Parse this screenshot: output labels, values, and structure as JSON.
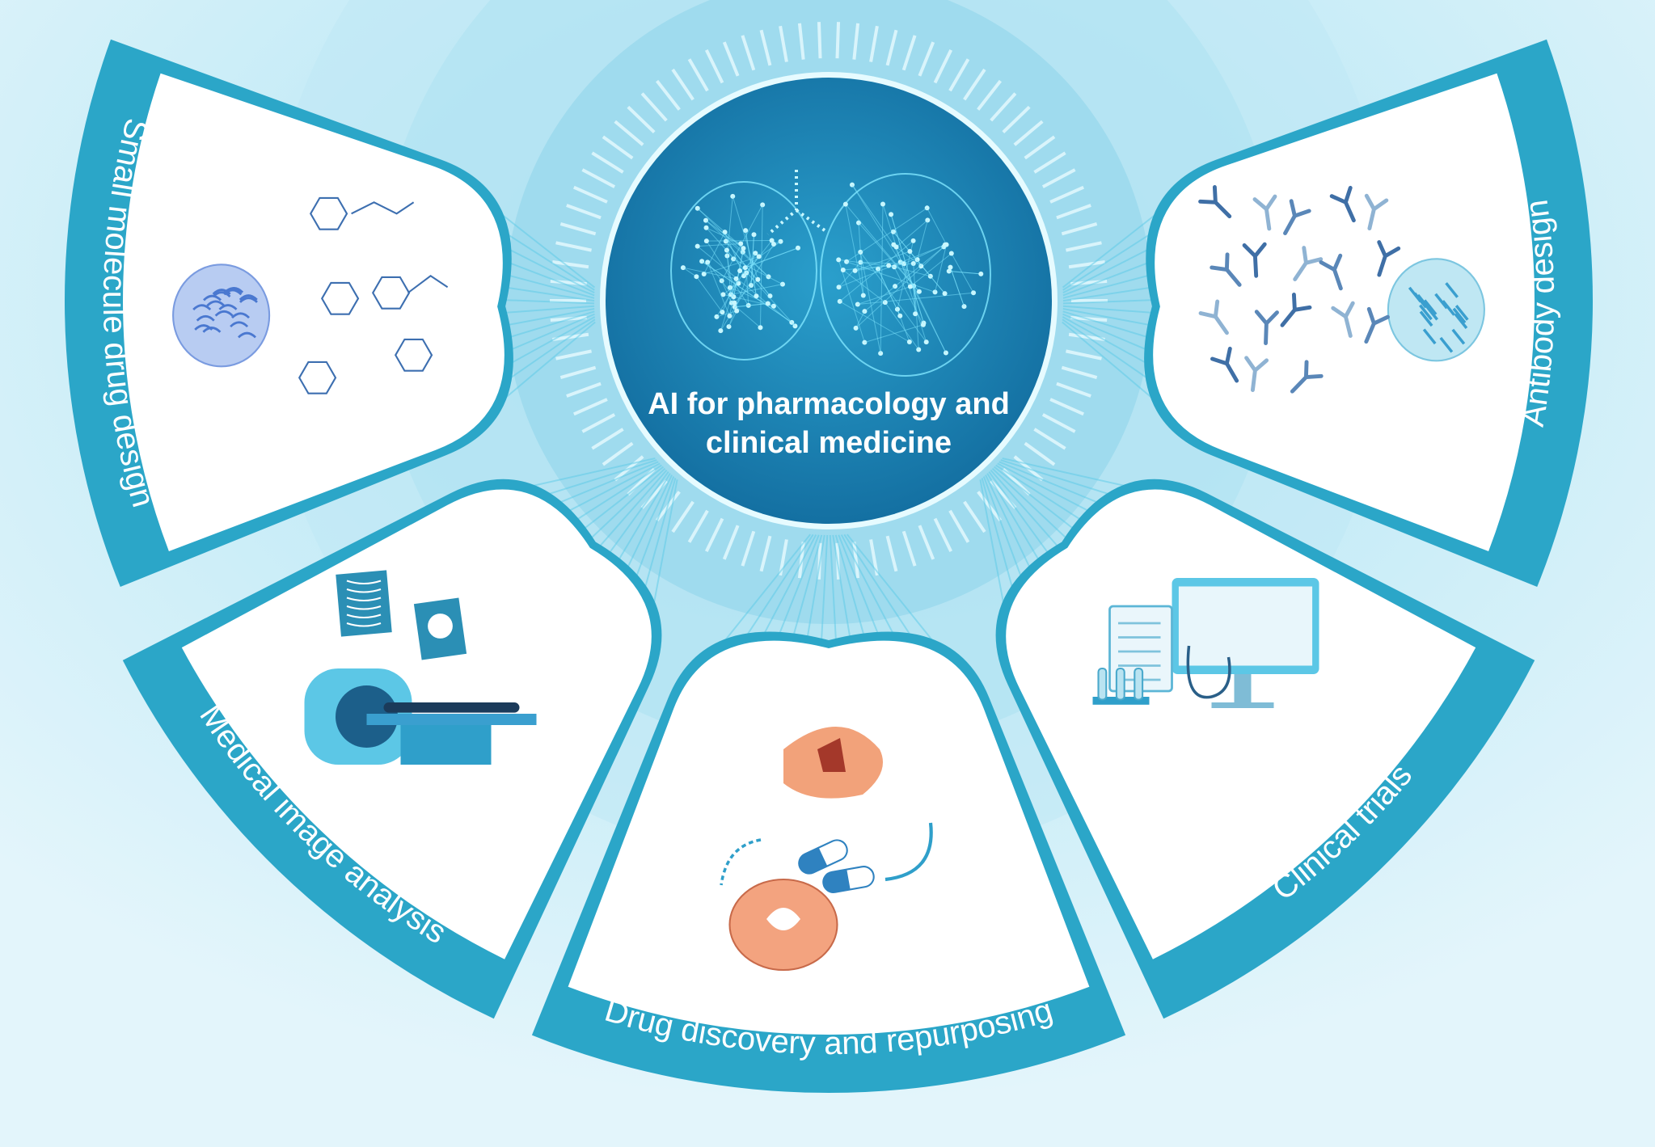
{
  "center": {
    "title_line1": "AI for pharmacology and",
    "title_line2": "clinical medicine",
    "icon": "network-lungs-icon"
  },
  "panels": [
    {
      "id": "small-molecule",
      "label": "Small molecule drug design",
      "icon": "molecule-structure-icon"
    },
    {
      "id": "antibody",
      "label": "Antibody design",
      "icon": "antibody-icon"
    },
    {
      "id": "medical-image",
      "label": "Medical image analysis",
      "icon": "mri-scanner-icon"
    },
    {
      "id": "drug-discovery",
      "label": "Drug discovery and repurposing",
      "icon": "capsule-brain-icon"
    },
    {
      "id": "clinical-trials",
      "label": "Clinical trials",
      "icon": "monitor-clipboard-icon"
    }
  ],
  "colors": {
    "background": "#d9f1f9",
    "band": "#2ba6c8",
    "center_dark": "#1470a2",
    "center_light": "#2a9fcc",
    "glow": "#7fe6ff"
  }
}
